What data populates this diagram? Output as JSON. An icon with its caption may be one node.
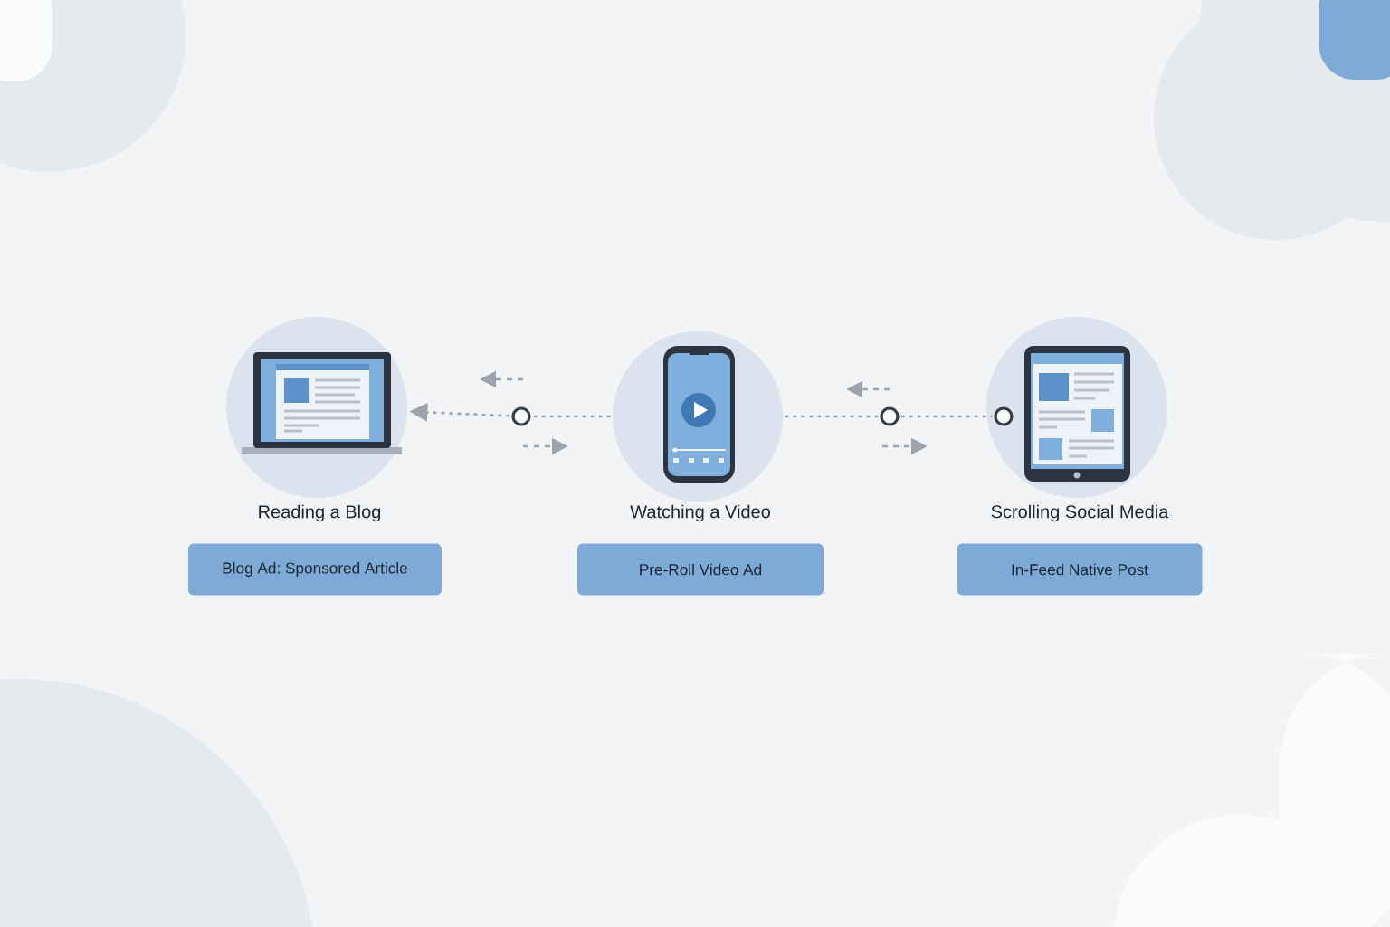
{
  "diagram": {
    "nodes": [
      {
        "text": [
          "Reading a Blog"
        ]
      },
      {
        "text": [
          "Blog Ad: Sponsored Article"
        ]
      },
      {
        "text": [],
        "shape": "circle"
      },
      {
        "text": [
          "Watching a Video"
        ]
      },
      {
        "text": [
          "Pre-Roll Video Ad"
        ]
      },
      {
        "text": [],
        "shape": "circle"
      },
      {
        "text": [],
        "shape": "circle",
        "in": 7
      },
      {
        "text": [
          "Scrolling Social Media"
        ]
      },
      {
        "text": [
          "In-Feed Native Post"
        ]
      }
    ],
    "edges": [
      {
        "from": 2,
        "to": 0,
        "arrow": "to"
      },
      {
        "from": 3,
        "to": 2,
        "arrow": "none"
      },
      {
        "from": 3,
        "to": 5,
        "arrow": "none"
      },
      {
        "from": 5,
        "to": 6,
        "arrow": "none"
      }
    ]
  }
}
